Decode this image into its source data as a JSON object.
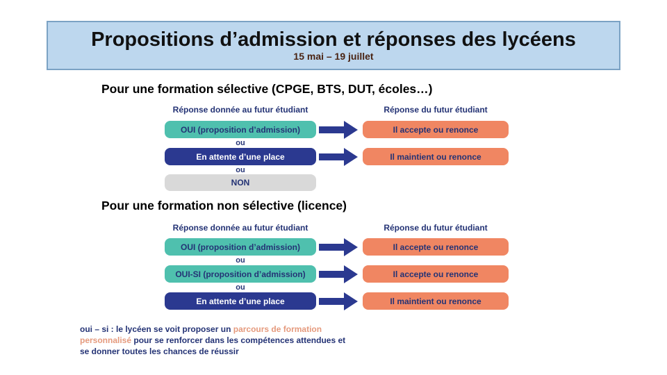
{
  "slide": {
    "title": "Propositions d’admission et réponses des lycéens",
    "subtitle": "15 mai – 19 juillet"
  },
  "colors": {
    "banner_fill": "#bdd7ee",
    "banner_border": "#7ba2c4",
    "subtitle_text": "#4a2413",
    "teal_box": "#4fc0ae",
    "navy_box": "#2b3990",
    "orange_box": "#f08662",
    "gray_box": "#d9d9d9",
    "navy_text": "#243375",
    "arrow": "#2b3990",
    "highlight_text": "#e59a7d"
  },
  "sections": [
    {
      "heading": "Pour une formation sélective (CPGE, BTS, DUT, écoles…)",
      "left_column_header": "Réponse donnée au futur étudiant",
      "right_column_header": "Réponse du futur étudiant",
      "separator": "ou",
      "rows": [
        {
          "left": "OUI (proposition d’admission)",
          "left_variant": "teal",
          "arrow": "right-arrow",
          "right": "Il accepte ou renonce"
        },
        {
          "left": "En attente d’une place",
          "left_variant": "navy",
          "arrow": "right-arrow",
          "right": "Il maintient ou renonce"
        },
        {
          "left": "NON",
          "left_variant": "gray",
          "arrow": "none",
          "right": ""
        }
      ]
    },
    {
      "heading": "Pour une formation non sélective (licence)",
      "left_column_header": "Réponse donnée au futur étudiant",
      "right_column_header": "Réponse du futur étudiant",
      "separator": "ou",
      "rows": [
        {
          "left": "OUI (proposition d’admission)",
          "left_variant": "teal",
          "arrow": "right-arrow",
          "right": "Il accepte ou renonce"
        },
        {
          "left": "OUI-SI (proposition d’admission)",
          "left_variant": "teal",
          "arrow": "right-arrow",
          "right": "Il accepte ou renonce"
        },
        {
          "left": "En attente d’une place",
          "left_variant": "navy",
          "arrow": "right-arrow",
          "right": "Il maintient ou renonce"
        }
      ]
    }
  ],
  "footnote": {
    "prefix": "oui – si : le lycéen se voit proposer un ",
    "highlight": "parcours de formation personnalisé",
    "suffix": " pour se renforcer dans les compétences attendues et se donner toutes les chances de réussir"
  }
}
